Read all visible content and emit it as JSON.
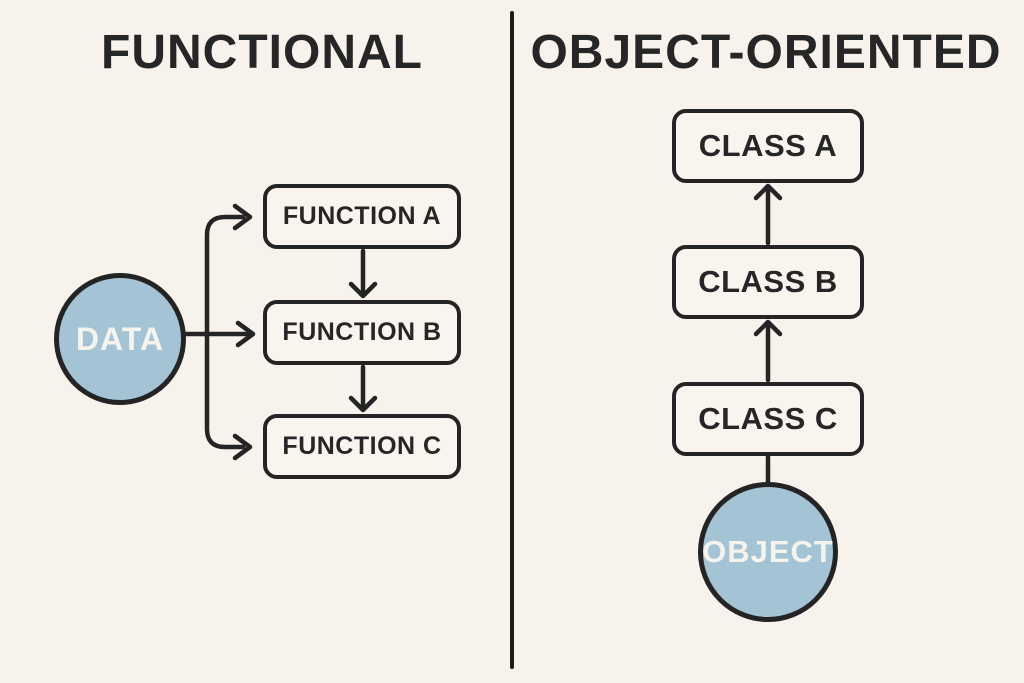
{
  "colors": {
    "background": "#f7f2eb",
    "node_fill": "#f9f5ee",
    "ink": "#242424",
    "accent_blue": "#a4c3d5",
    "circle_text": "#f5f3ee"
  },
  "panels": {
    "functional": {
      "title": "FUNCTIONAL",
      "source": {
        "label": "DATA",
        "shape": "circle"
      },
      "nodes": [
        {
          "label": "FUNCTION A"
        },
        {
          "label": "FUNCTION B"
        },
        {
          "label": "FUNCTION C"
        }
      ],
      "flow": "DATA fans out to FUNCTION A, FUNCTION B, FUNCTION C; FUNCTION A feeds FUNCTION B feeds FUNCTION C"
    },
    "object_oriented": {
      "title": "OBJECT-ORIENTED",
      "nodes": [
        {
          "label": "CLASS A"
        },
        {
          "label": "CLASS B"
        },
        {
          "label": "CLASS C"
        }
      ],
      "source": {
        "label": "OBJECT",
        "shape": "circle"
      },
      "flow": "OBJECT connects up to CLASS C; CLASS C points up to CLASS B; CLASS B points up to CLASS A"
    }
  }
}
